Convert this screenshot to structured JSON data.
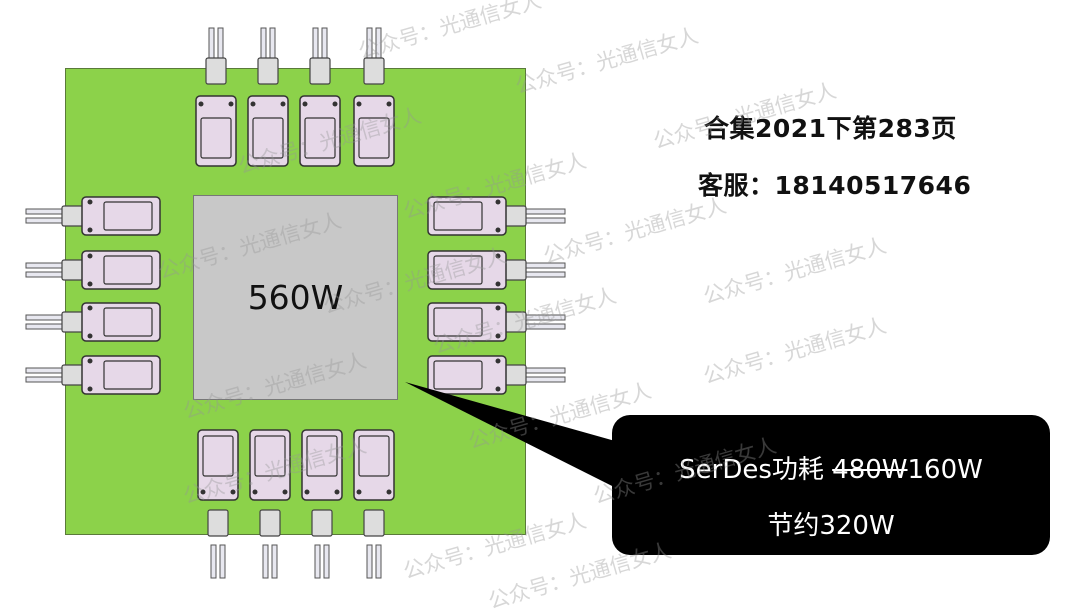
{
  "chip": {
    "label": "560W"
  },
  "info": {
    "title": "合集2021下第283页",
    "service": "客服：18140517646"
  },
  "callout": {
    "prefix": "SerDes功耗 ",
    "old_value": "480W",
    "new_value": "160W",
    "savings": "节约320W"
  },
  "watermark": "公众号：光通信女人",
  "colors": {
    "board": "#8cd24a",
    "chip": "#c8c8c8",
    "module": "#e6d8e8",
    "callout_bg": "#000000"
  }
}
